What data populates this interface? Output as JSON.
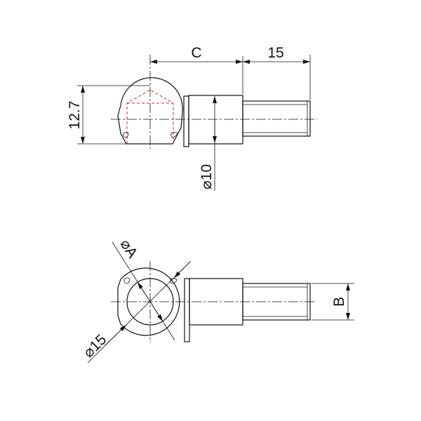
{
  "title": "Right-angle connector dimensional drawing",
  "colors": {
    "line": "#111111",
    "hidden": "#d42020",
    "background": "#ffffff"
  },
  "side_view": {
    "dim_c": "C",
    "dim_thread_length": "15",
    "dim_height": "12.7",
    "dim_body_diameter": "⌀10"
  },
  "front_view": {
    "dim_a": "⌀A",
    "dim_outer_diameter": "⌀15",
    "dim_b": "B"
  }
}
